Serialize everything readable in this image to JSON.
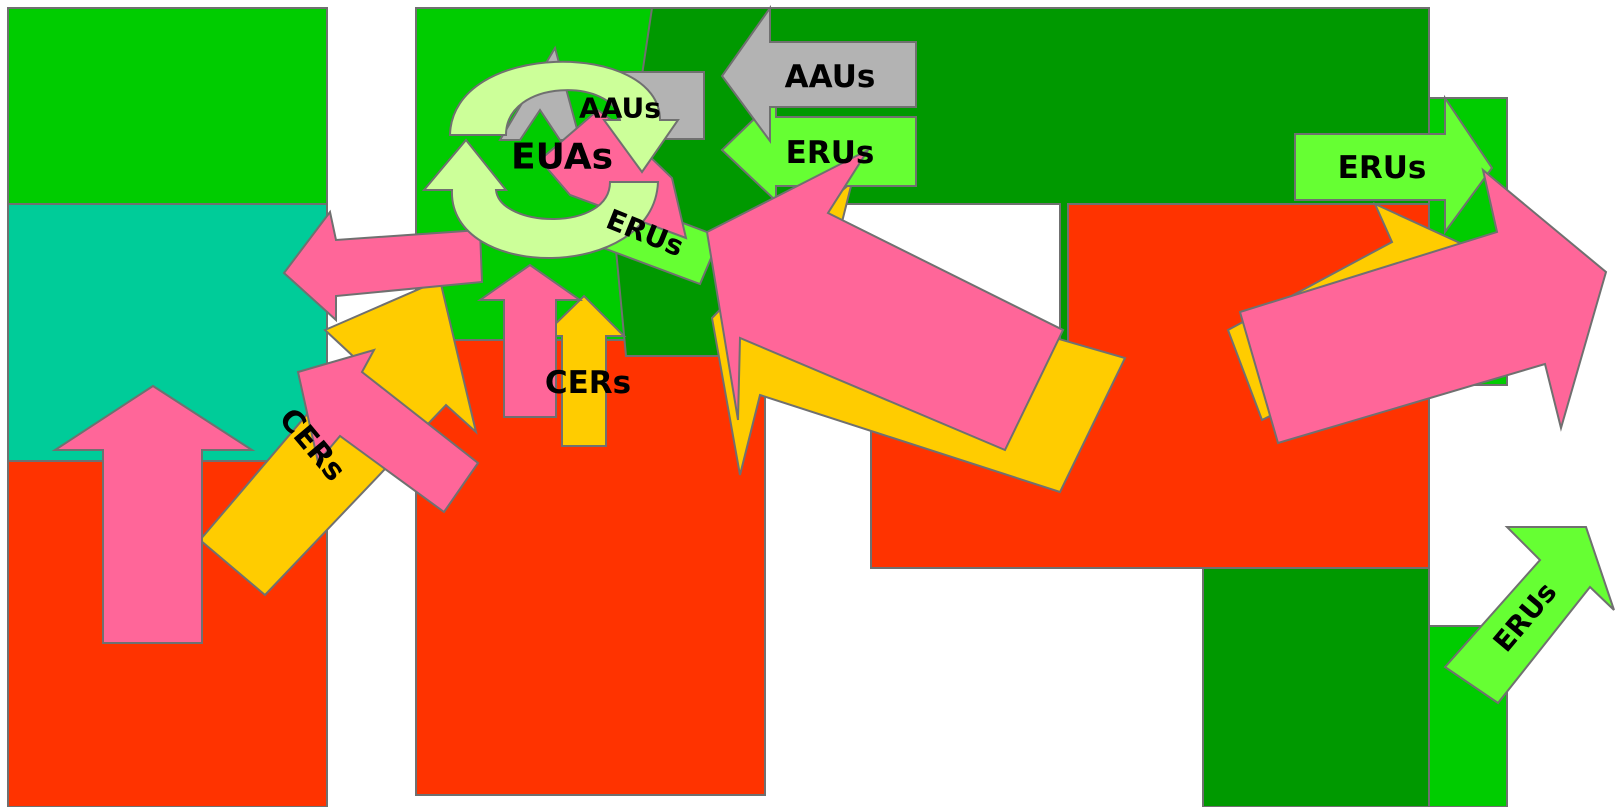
{
  "colors": {
    "green_light": "#00cc00",
    "green_dark": "#009900",
    "teal": "#00cc99",
    "red": "#ff3300",
    "pink": "#ff6699",
    "yellow": "#ffcc00",
    "lime": "#66ff33",
    "gray": "#b3b3b3",
    "pale_green": "#ccff99"
  },
  "labels": {
    "aaus_top": "AAUs",
    "aaus_back": "AAUs",
    "erus_upper": "ERUs",
    "erus_tilted": "ERUs",
    "erus_right": "ERUs",
    "erus_diagonal": "ERUs",
    "euas": "EUAs",
    "cers_left": "CERs",
    "cers_center": "CERs"
  }
}
